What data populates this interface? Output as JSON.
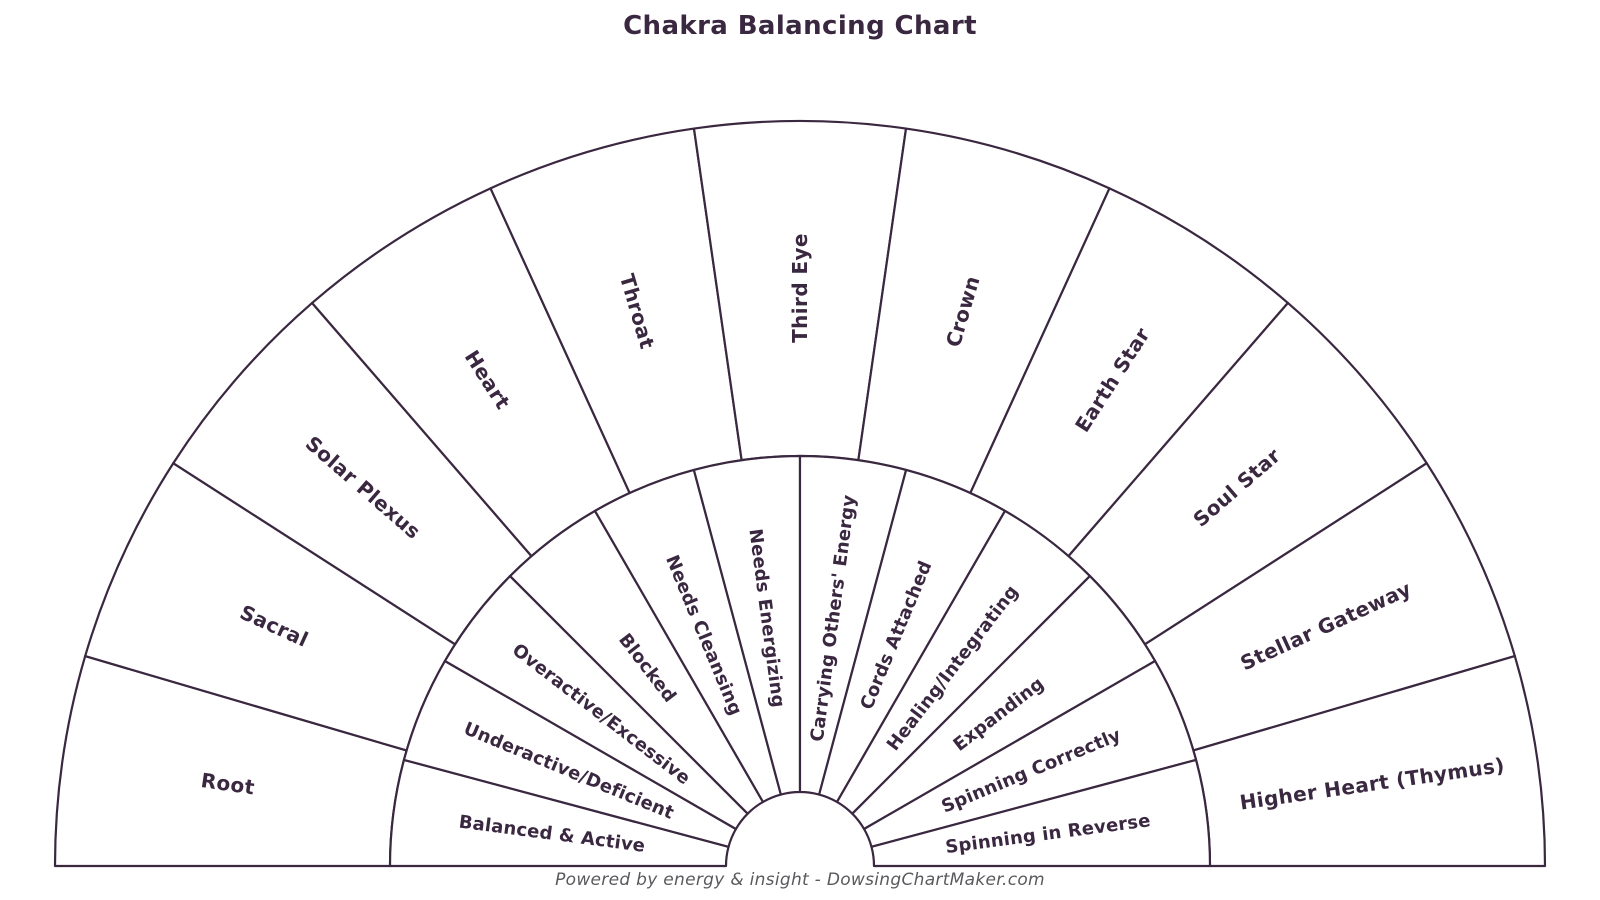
{
  "title": "Chakra Balancing Chart",
  "footer": "Powered by energy & insight - DowsingChartMaker.com",
  "colors": {
    "ink": "#3a2740",
    "line": "#3a2740",
    "footer_text": "#5a5a5e",
    "background": "#ffffff"
  },
  "chart_data": {
    "type": "dowsing-fan",
    "layout_hint": "two concentric 180-degree fans, labels rotated radially",
    "rings": [
      {
        "id": "chakras",
        "position": "outer",
        "segment_count": 11,
        "labels": [
          "Root",
          "Sacral",
          "Solar Plexus",
          "Heart",
          "Throat",
          "Third Eye",
          "Crown",
          "Earth Star",
          "Soul Star",
          "Stellar Gateway",
          "Higher Heart (Thymus)"
        ]
      },
      {
        "id": "states",
        "position": "inner",
        "segment_count": 12,
        "labels": [
          "Balanced & Active",
          "Underactive/Deficient",
          "Overactive/Excessive",
          "Blocked",
          "Needs Cleansing",
          "Needs Energizing",
          "Carrying Others' Energy",
          "Cords Attached",
          "Healing/Integrating",
          "Expanding",
          "Spinning Correctly",
          "Spinning in Reverse"
        ]
      }
    ]
  }
}
